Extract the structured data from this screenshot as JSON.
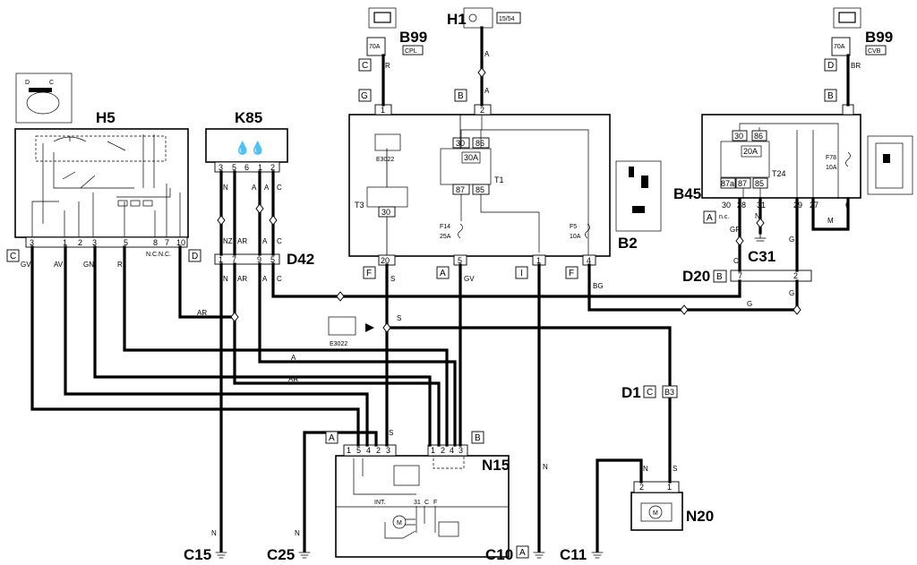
{
  "components": {
    "h5": "H5",
    "k85": "K85",
    "b99_left": "B99",
    "b99_right": "B99",
    "h1": "H1",
    "b2": "B2",
    "b45": "B45",
    "d42": "D42",
    "c31": "C31",
    "d20": "D20",
    "d1": "D1",
    "n15": "N15",
    "n20": "N20",
    "c15": "C15",
    "c25": "C25",
    "c10": "C10",
    "c11": "C11"
  },
  "tags": {
    "cpl": "CPL",
    "cvb": "CVB",
    "h1_key": "15/54",
    "e3022_top": "E3022",
    "e3022_mid": "E3022",
    "fuse_70a": "70A",
    "f14": "F14",
    "f14_val": "25A",
    "f5": "F5",
    "f5_val": "10A",
    "f78": "F78",
    "f78_val": "10A",
    "relay_t1": "T1",
    "relay_t1_val": "30A",
    "relay_t24": "T24",
    "relay_t24_val": "20A",
    "t3": "T3",
    "nc": "n.c.",
    "nc_pair": "N.C.N.C.",
    "b3": "B3",
    "int": "INT.",
    "m": "M",
    "n15_31": "31",
    "n15_c": "C",
    "n15_f": "F",
    "h5_d": "D",
    "h5_c": "C"
  },
  "connector_letters": {
    "c_b99l": "C",
    "g_b2": "G",
    "b_b2": "B",
    "d_b99r": "D",
    "b_b45": "B",
    "c_h5": "C",
    "d_h5": "D",
    "f_b2_20": "F",
    "a_b2_5": "A",
    "i_b2_1": "I",
    "f_b2_4": "F",
    "a_b45": "A",
    "b_d20": "B",
    "c_d1": "C",
    "a_n15": "A",
    "b_n15": "B",
    "a_c10": "A"
  },
  "pins": {
    "h5": [
      "3",
      "1",
      "2",
      "3",
      "5",
      "8",
      "7",
      "10"
    ],
    "k85": [
      "3",
      "5",
      "6",
      "1",
      "2"
    ],
    "d42": [
      "1",
      "7",
      "9",
      "5"
    ],
    "b2_top": [
      "1",
      "2"
    ],
    "b2_bottom": [
      "20",
      "5",
      "1",
      "4"
    ],
    "t1": [
      "30",
      "86",
      "87",
      "85"
    ],
    "t3": "30",
    "b45_top": [
      "30",
      "86",
      "87a",
      "87",
      "85"
    ],
    "b45_bottom": [
      "30",
      "28",
      "31",
      "29",
      "27",
      "6"
    ],
    "d20": [
      "7",
      "2"
    ],
    "n15_a": [
      "1",
      "5",
      "4",
      "2",
      "3"
    ],
    "n15_b": [
      "1",
      "2",
      "4",
      "3"
    ],
    "n20": [
      "2",
      "1"
    ]
  },
  "wires": {
    "r": "R",
    "a": "A",
    "br": "BR",
    "gv": "GV",
    "av": "AV",
    "gn": "GN",
    "n": "N",
    "nz": "NZ",
    "ar": "AR",
    "c": "C",
    "s": "S",
    "bg": "BG",
    "gr": "GR",
    "g": "G",
    "m": "M"
  }
}
